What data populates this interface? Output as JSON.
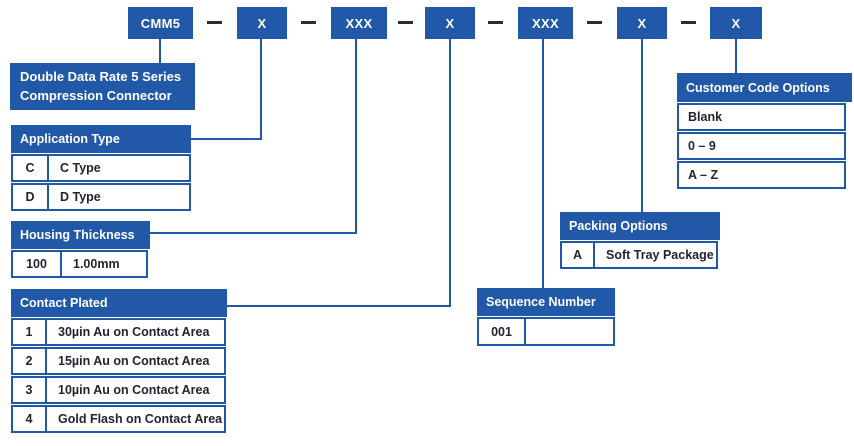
{
  "part_number": {
    "separator": "–",
    "segments": [
      {
        "label": "CMM5"
      },
      {
        "label": "X"
      },
      {
        "label": "XXX"
      },
      {
        "label": "X"
      },
      {
        "label": "XXX"
      },
      {
        "label": "X"
      },
      {
        "label": "X"
      }
    ]
  },
  "series_description": {
    "line1": "Double Data Rate 5 Series",
    "line2": "Compression Connector"
  },
  "tables": {
    "application_type": {
      "title": "Application Type",
      "rows": [
        {
          "code": "C",
          "desc": "C Type"
        },
        {
          "code": "D",
          "desc": "D Type"
        }
      ]
    },
    "housing_thickness": {
      "title": "Housing Thickness",
      "rows": [
        {
          "code": "100",
          "desc": "1.00mm"
        }
      ]
    },
    "contact_plated": {
      "title": "Contact Plated",
      "rows": [
        {
          "code": "1",
          "desc": "30µin Au on Contact Area"
        },
        {
          "code": "2",
          "desc": "15µin Au on Contact Area"
        },
        {
          "code": "3",
          "desc": "10µin Au on Contact Area"
        },
        {
          "code": "4",
          "desc": "Gold Flash on Contact Area"
        }
      ]
    },
    "sequence_number": {
      "title": "Sequence Number",
      "rows": [
        {
          "code": "001",
          "desc": ""
        }
      ]
    },
    "packing_options": {
      "title": "Packing Options",
      "rows": [
        {
          "code": "A",
          "desc": "Soft Tray Package"
        }
      ]
    },
    "customer_code_options": {
      "title": "Customer Code Options",
      "rows": [
        "Blank",
        "0 – 9",
        "A – Z"
      ]
    }
  },
  "colors": {
    "accent_blue": "#2158a8",
    "dash_dark": "#2d2d2d",
    "row_text": "#222430",
    "background": "#ffffff"
  }
}
